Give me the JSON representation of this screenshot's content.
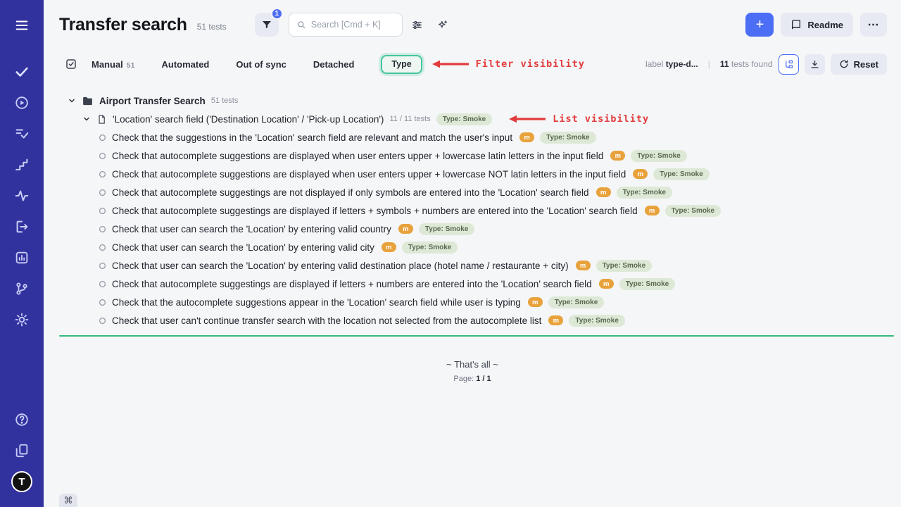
{
  "colors": {
    "sidebar_bg": "#32329f",
    "accent_blue": "#4c6ef5",
    "annotation_red": "#e23b3b",
    "type_button_border": "#45c49c",
    "smoke_badge_bg": "#dde9d6",
    "m_badge_bg": "#e8a23c",
    "divider_green": "#34b97d"
  },
  "sidebar": {
    "icons": [
      "menu-icon",
      "check-icon",
      "play-circle-icon",
      "test-plans-icon",
      "milestones-icon",
      "activity-icon",
      "export-icon",
      "reports-icon",
      "branch-icon",
      "settings-icon",
      "help-icon",
      "docs-icon",
      "logo"
    ],
    "logo_letter": "T"
  },
  "header": {
    "title": "Transfer search",
    "tests_count": "51 tests",
    "filter_badge_count": "1",
    "search_placeholder": "Search [Cmd + K]",
    "add_button_label": "+",
    "readme_button_label": "Readme",
    "more_button_label": "⋯"
  },
  "filter_bar": {
    "tabs": [
      {
        "label": "Manual",
        "count": "51"
      },
      {
        "label": "Automated",
        "count": ""
      },
      {
        "label": "Out of sync",
        "count": ""
      },
      {
        "label": "Detached",
        "count": ""
      }
    ],
    "type_filter_label": "Type",
    "annotation": "Filter visibility",
    "label_key": "label",
    "label_value": "type-d...",
    "separator": "|",
    "found_count": "11",
    "found_suffix": "tests found",
    "reset_label": "Reset"
  },
  "tree": {
    "folder": {
      "name": "Airport Transfer Search",
      "count": "51 tests"
    },
    "suite": {
      "name": "'Location' search field ('Destination Location' / 'Pick-up Location')",
      "count": "11 / 11 tests",
      "type_badge": "Type: Smoke",
      "annotation": "List visibility"
    },
    "tests": [
      {
        "title": "Check that the suggestions in the 'Location' search field are relevant and match the user's input",
        "automation_badge": "m",
        "type_badge": "Type: Smoke"
      },
      {
        "title": "Check that autocomplete suggestions are displayed when user enters upper + lowercase latin letters in the input field",
        "automation_badge": "m",
        "type_badge": "Type: Smoke"
      },
      {
        "title": "Check that autocomplete suggestions are displayed when user enters upper + lowercase NOT latin letters in the input field",
        "automation_badge": "m",
        "type_badge": "Type: Smoke"
      },
      {
        "title": "Check that autocomplete suggestings are not displayed if only symbols are entered into the 'Location' search field",
        "automation_badge": "m",
        "type_badge": "Type: Smoke"
      },
      {
        "title": "Check that autocomplete suggestings are displayed if letters + symbols + numbers are entered into the 'Location' search field",
        "automation_badge": "m",
        "type_badge": "Type: Smoke"
      },
      {
        "title": "Check that user can search the 'Location' by entering valid country",
        "automation_badge": "m",
        "type_badge": "Type: Smoke"
      },
      {
        "title": "Check that user can search the 'Location' by entering valid city",
        "automation_badge": "m",
        "type_badge": "Type: Smoke"
      },
      {
        "title": "Check that user can search the 'Location' by entering valid destination place (hotel name / restaurante + city)",
        "automation_badge": "m",
        "type_badge": "Type: Smoke"
      },
      {
        "title": "Check that autocomplete suggestings are displayed if letters + numbers are entered into the 'Location' search field",
        "automation_badge": "m",
        "type_badge": "Type: Smoke"
      },
      {
        "title": "Check that the autocomplete suggestions appear in the 'Location' search field while user is typing",
        "automation_badge": "m",
        "type_badge": "Type: Smoke"
      },
      {
        "title": "Check that user can't continue transfer search with the location not selected from the autocomplete list",
        "automation_badge": "m",
        "type_badge": "Type: Smoke"
      }
    ]
  },
  "footer": {
    "end_text": "~ That's all ~",
    "page_label": "Page:",
    "page_value": "1 / 1",
    "shortcut_key": "⌘"
  }
}
